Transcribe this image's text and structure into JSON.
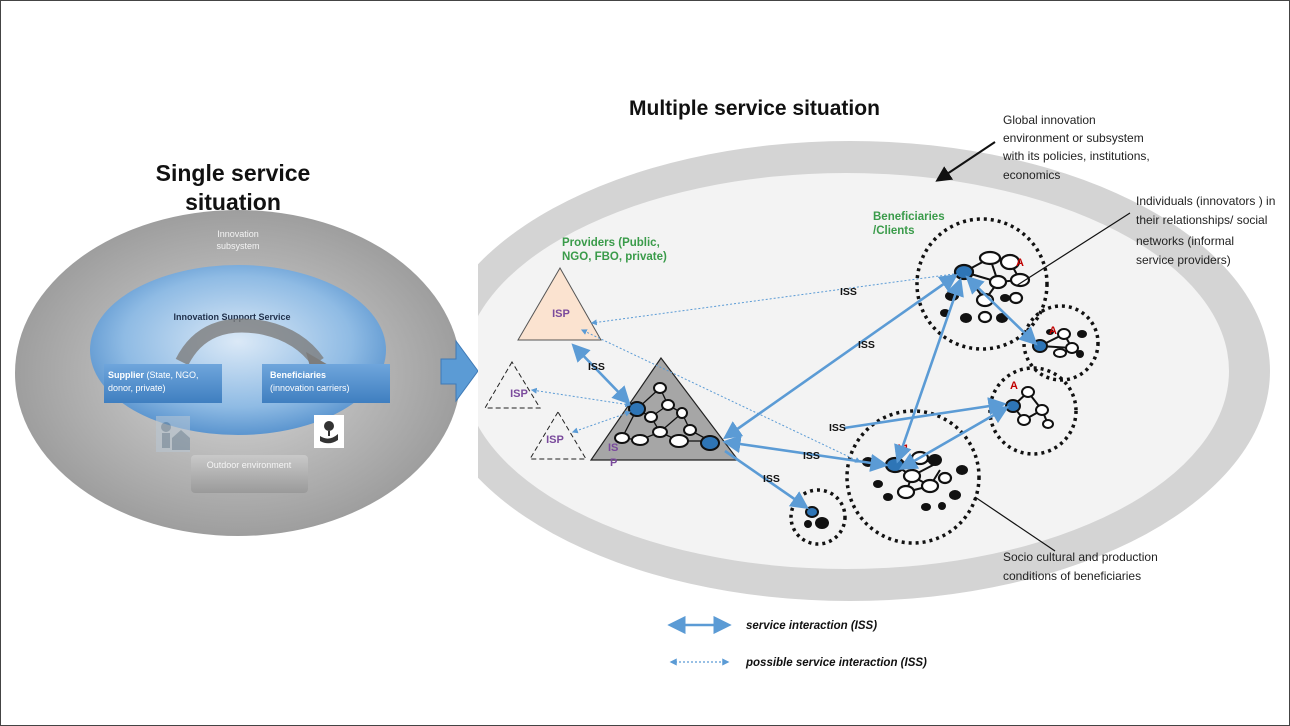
{
  "single": {
    "title_line1": "Single service",
    "title_line2": "situation",
    "subsystem_line1": "Innovation",
    "subsystem_line2": "subsystem",
    "support_service": "Innovation Support Service",
    "supplier_bold": "Supplier",
    "supplier_rest": " (State, NGO,",
    "supplier_line2": "donor, private)",
    "beneficiaries_bold": "Beneficiaries",
    "beneficiaries_line2": "(innovation carriers)",
    "outdoor": "Outdoor environment"
  },
  "multiple": {
    "title": "Multiple service  situation",
    "providers_line1": "Providers (Public,",
    "providers_line2": "NGO, FBO, private)",
    "beneficiaries_line1": "Beneficiaries",
    "beneficiaries_line2": "/Clients",
    "isp": "ISP",
    "isp_split1": "IS",
    "isp_split2": "P",
    "iss": "ISS",
    "a": "A",
    "a1": "A1"
  },
  "annotations": {
    "global": [
      "Global innovation",
      "environment  or  subsystem",
      "with its policies, institutions,",
      "economics"
    ],
    "individuals": [
      "Individuals (innovators ) in",
      "their relationships/ social",
      "networks  (informal",
      "service providers)"
    ],
    "sociocultural": [
      "Socio cultural and production",
      "conditions of beneficiaries"
    ]
  },
  "legend": {
    "solid": "service interaction (ISS)",
    "dotted": "possible  service interaction (ISS)"
  },
  "colors": {
    "arrow": "#5b9bd5",
    "green": "#3a9b4a",
    "purple": "#7a4a9c",
    "red": "#c00000",
    "node_blue": "#2e75b6"
  }
}
